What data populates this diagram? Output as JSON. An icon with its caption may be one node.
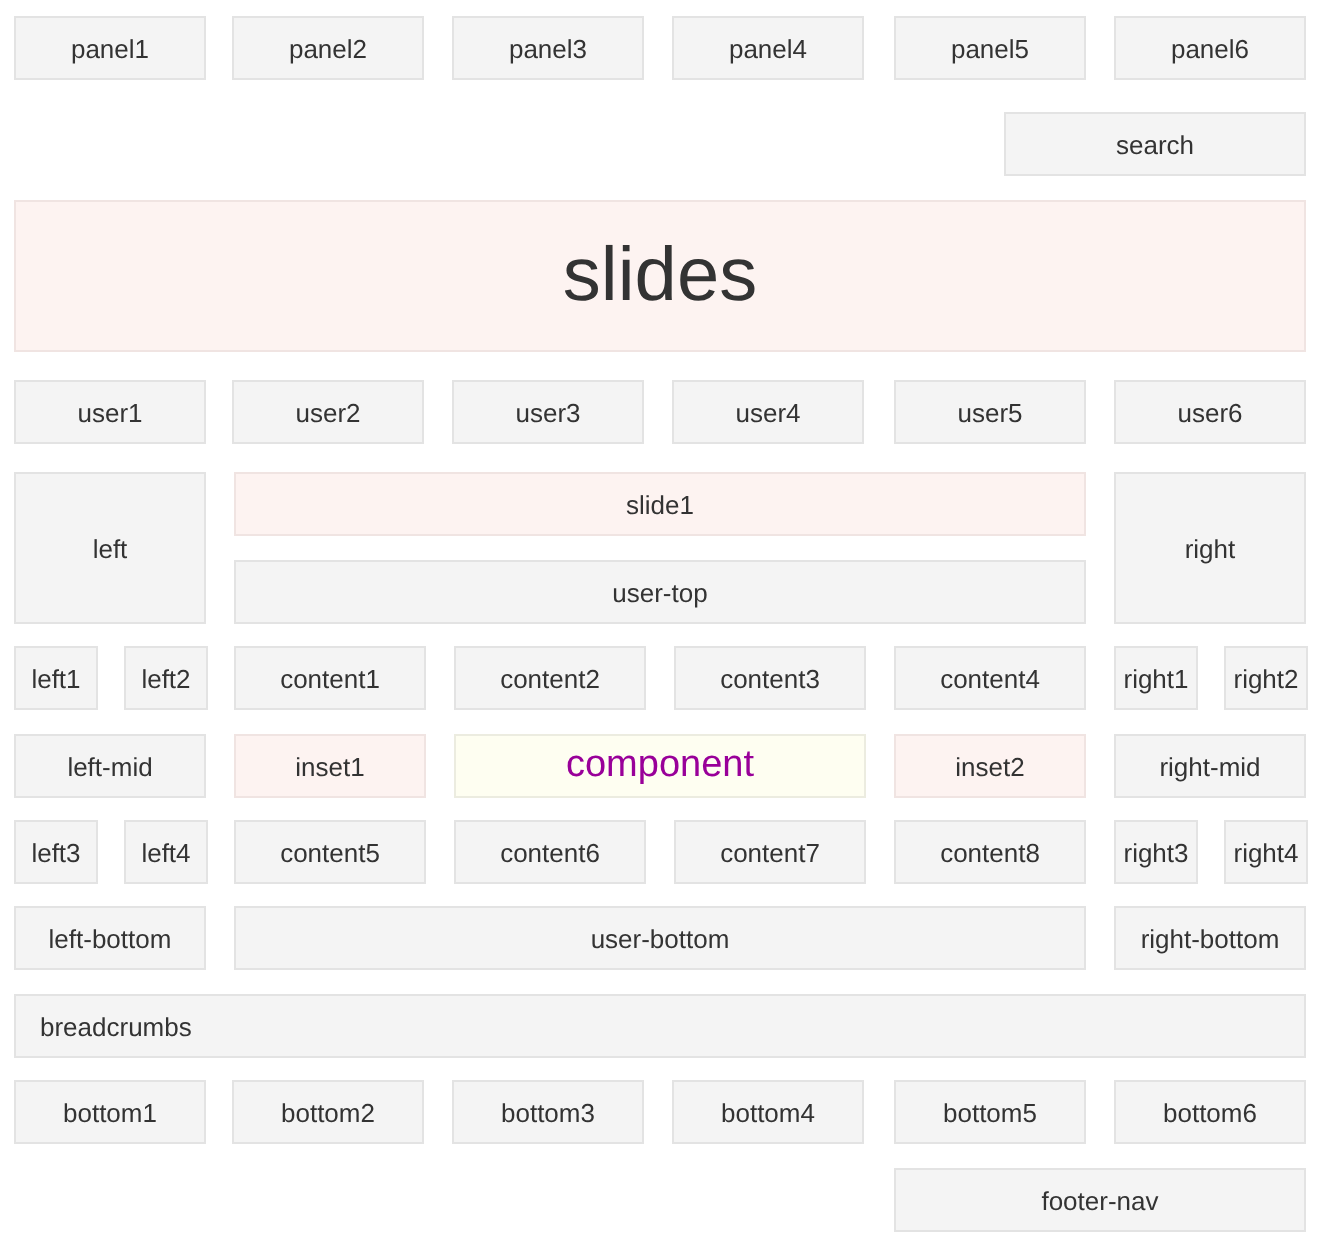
{
  "diagram": {
    "nodes": [
      {
        "text": [
          "panel1"
        ]
      },
      {
        "text": [
          "panel2"
        ]
      },
      {
        "text": [
          "panel3"
        ]
      },
      {
        "text": [
          "panel4"
        ]
      },
      {
        "text": [
          "panel5"
        ]
      },
      {
        "text": [
          "panel6"
        ]
      },
      {
        "text": [
          "search"
        ]
      },
      {
        "text": [
          "slides"
        ]
      },
      {
        "text": [
          "user1"
        ]
      },
      {
        "text": [
          "user2"
        ]
      },
      {
        "text": [
          "user3"
        ]
      },
      {
        "text": [
          "user4"
        ]
      },
      {
        "text": [
          "user5"
        ]
      },
      {
        "text": [
          "user6"
        ]
      },
      {
        "text": [
          "left"
        ]
      },
      {
        "text": [
          "slide1"
        ]
      },
      {
        "text": [
          "right"
        ]
      },
      {
        "text": [
          "user-top"
        ]
      },
      {
        "text": [
          "left1"
        ]
      },
      {
        "text": [
          "left2"
        ]
      },
      {
        "text": [
          "content1"
        ]
      },
      {
        "text": [
          "content2"
        ]
      },
      {
        "text": [
          "content3"
        ]
      },
      {
        "text": [
          "content4"
        ]
      },
      {
        "text": [
          "right1"
        ]
      },
      {
        "text": [
          "right2"
        ]
      },
      {
        "text": [
          "left-mid"
        ]
      },
      {
        "text": [
          "inset1"
        ]
      },
      {
        "text": [
          "component"
        ]
      },
      {
        "text": [
          "inset2"
        ]
      },
      {
        "text": [
          "right-mid"
        ]
      },
      {
        "text": [
          "left3"
        ]
      },
      {
        "text": [
          "left4"
        ]
      },
      {
        "text": [
          "content5"
        ]
      },
      {
        "text": [
          "content6"
        ]
      },
      {
        "text": [
          "content7"
        ]
      },
      {
        "text": [
          "content8"
        ]
      },
      {
        "text": [
          "right3"
        ]
      },
      {
        "text": [
          "right4"
        ]
      },
      {
        "text": [
          "left-bottom"
        ]
      },
      {
        "text": [
          "user-bottom"
        ]
      },
      {
        "text": [
          "right-bottom"
        ]
      },
      {
        "text": [
          "breadcrumbs"
        ]
      },
      {
        "text": [
          "bottom1"
        ]
      },
      {
        "text": [
          "bottom2"
        ]
      },
      {
        "text": [
          "bottom3"
        ]
      },
      {
        "text": [
          "bottom4"
        ]
      },
      {
        "text": [
          "bottom5"
        ]
      },
      {
        "text": [
          "bottom6"
        ]
      },
      {
        "text": [
          "footer-nav"
        ]
      }
    ]
  }
}
